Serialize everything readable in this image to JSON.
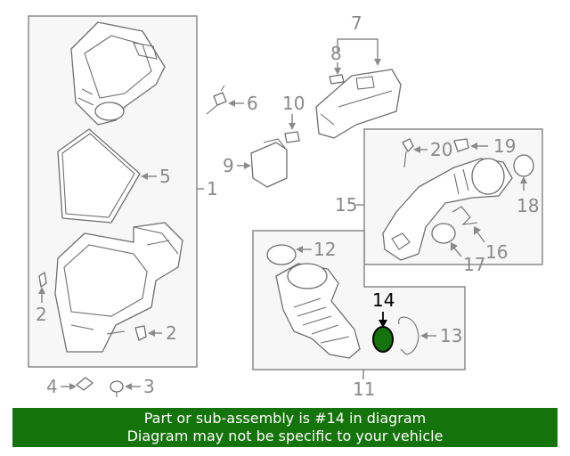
{
  "callouts": {
    "c1": "1",
    "c2a": "2",
    "c2b": "2",
    "c3": "3",
    "c4": "4",
    "c5": "5",
    "c6": "6",
    "c7": "7",
    "c8": "8",
    "c9": "9",
    "c10": "10",
    "c11": "11",
    "c12": "12",
    "c13": "13",
    "c14": "14",
    "c15": "15",
    "c16": "16",
    "c17": "17",
    "c18": "18",
    "c19": "19",
    "c20": "20"
  },
  "highlight": {
    "part_number": "14",
    "color": "#14730a"
  },
  "footer": {
    "line1": "Part or sub-assembly is #14 in diagram",
    "line2": "Diagram may not be specific to your vehicle",
    "background": "#14730a"
  }
}
